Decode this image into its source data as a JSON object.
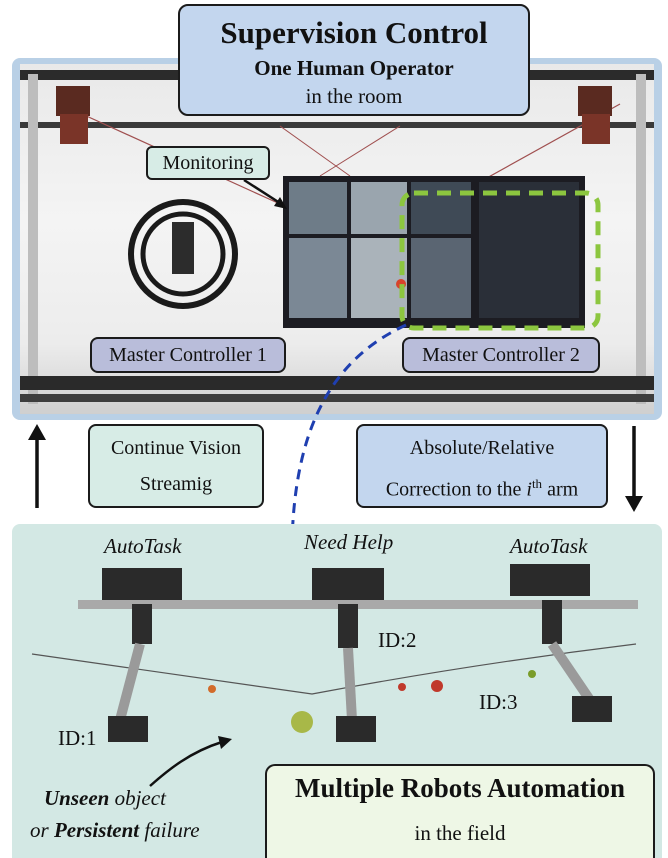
{
  "supervision": {
    "title": "Supervision Control",
    "subtitle": "One Human Operator",
    "location": "in the room"
  },
  "monitoring": {
    "label": "Monitoring"
  },
  "master_controller_1": {
    "label": "Master Controller 1"
  },
  "master_controller_2": {
    "label": "Master Controller 2"
  },
  "vision_stream": {
    "line1": "Continue Vision",
    "line2": "Streamig"
  },
  "correction": {
    "line1": "Absolute/Relative",
    "line2_prefix": "Correction to the ",
    "line2_var": "i",
    "line2_sup": "th",
    "line2_suffix": " arm"
  },
  "robots": [
    {
      "task": "AutoTask",
      "id": "ID:1"
    },
    {
      "task": "Need Help",
      "id": "ID:2"
    },
    {
      "task": "AutoTask",
      "id": "ID:3"
    }
  ],
  "failure_note": {
    "word1": "Unseen",
    "rest1": " object",
    "prefix2": "or ",
    "word2": "Persistent",
    "rest2": " failure"
  },
  "automation": {
    "title": "Multiple Robots Automation",
    "location": "in the field"
  },
  "colors": {
    "room_panel": "#b9d0e6",
    "field_panel": "#d3e8e4",
    "highlight_dash": "#8cc63f",
    "request_arrow": "#1f3fb0"
  }
}
